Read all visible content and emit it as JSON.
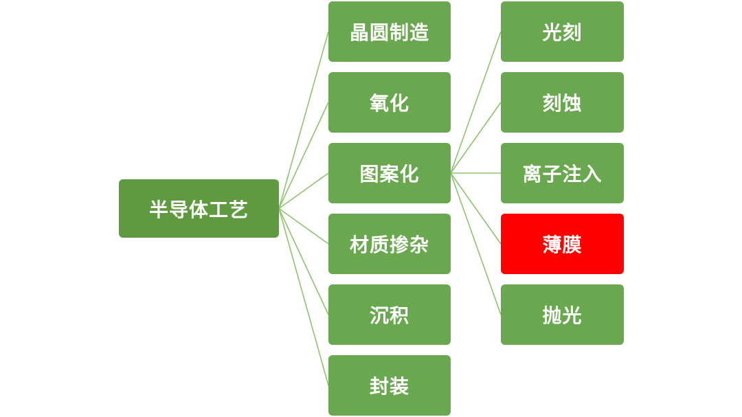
{
  "diagram": {
    "root": {
      "label": "半导体工艺"
    },
    "processes": [
      {
        "label": "晶圆制造"
      },
      {
        "label": "氧化"
      },
      {
        "label": "图案化"
      },
      {
        "label": "材质掺杂"
      },
      {
        "label": "沉积"
      },
      {
        "label": "封装"
      }
    ],
    "patterning_steps": [
      {
        "label": "光刻",
        "highlighted": false
      },
      {
        "label": "刻蚀",
        "highlighted": false
      },
      {
        "label": "离子注入",
        "highlighted": false
      },
      {
        "label": "薄膜",
        "highlighted": true
      },
      {
        "label": "抛光",
        "highlighted": false
      }
    ]
  },
  "colors": {
    "node_fill": "#6aa84f",
    "root_fill": "#5f9a40",
    "highlight_fill": "#ff0000",
    "connector": "#8cc46e",
    "text": "#ffffff"
  }
}
